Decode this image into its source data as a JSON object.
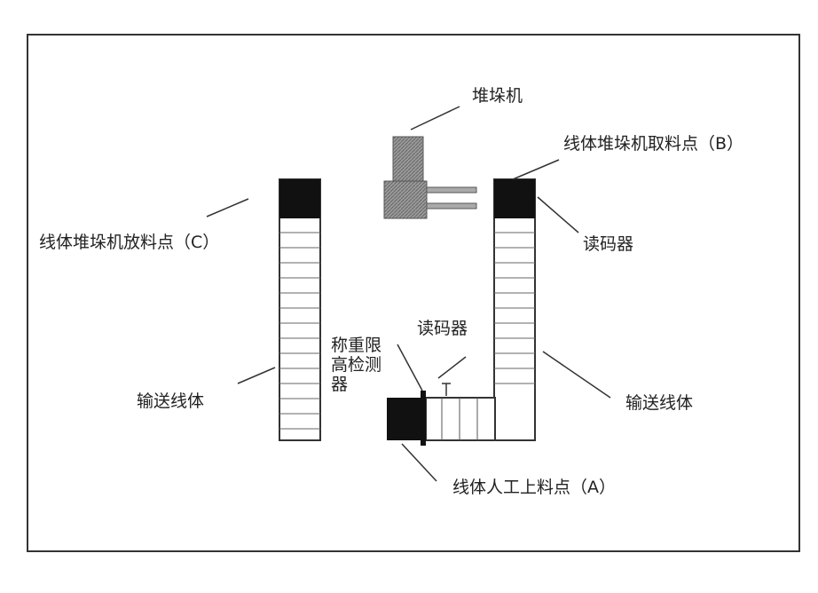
{
  "labels": {
    "stacker": "堆垛机",
    "pickup_point_b": "线体堆垛机取料点（B）",
    "drop_point_c": "线体堆垛机放料点（C）",
    "code_reader_right": "读码器",
    "code_reader_middle": "读码器",
    "weigh_height_check": "称重限高检测器",
    "conveyor_left": "输送线体",
    "conveyor_right": "输送线体",
    "manual_load_point_a": "线体人工上料点（A）"
  },
  "colors": {
    "line": "#333333",
    "block": "#111111",
    "stacker_fill": "#8a8a8a",
    "slat": "#666666"
  }
}
